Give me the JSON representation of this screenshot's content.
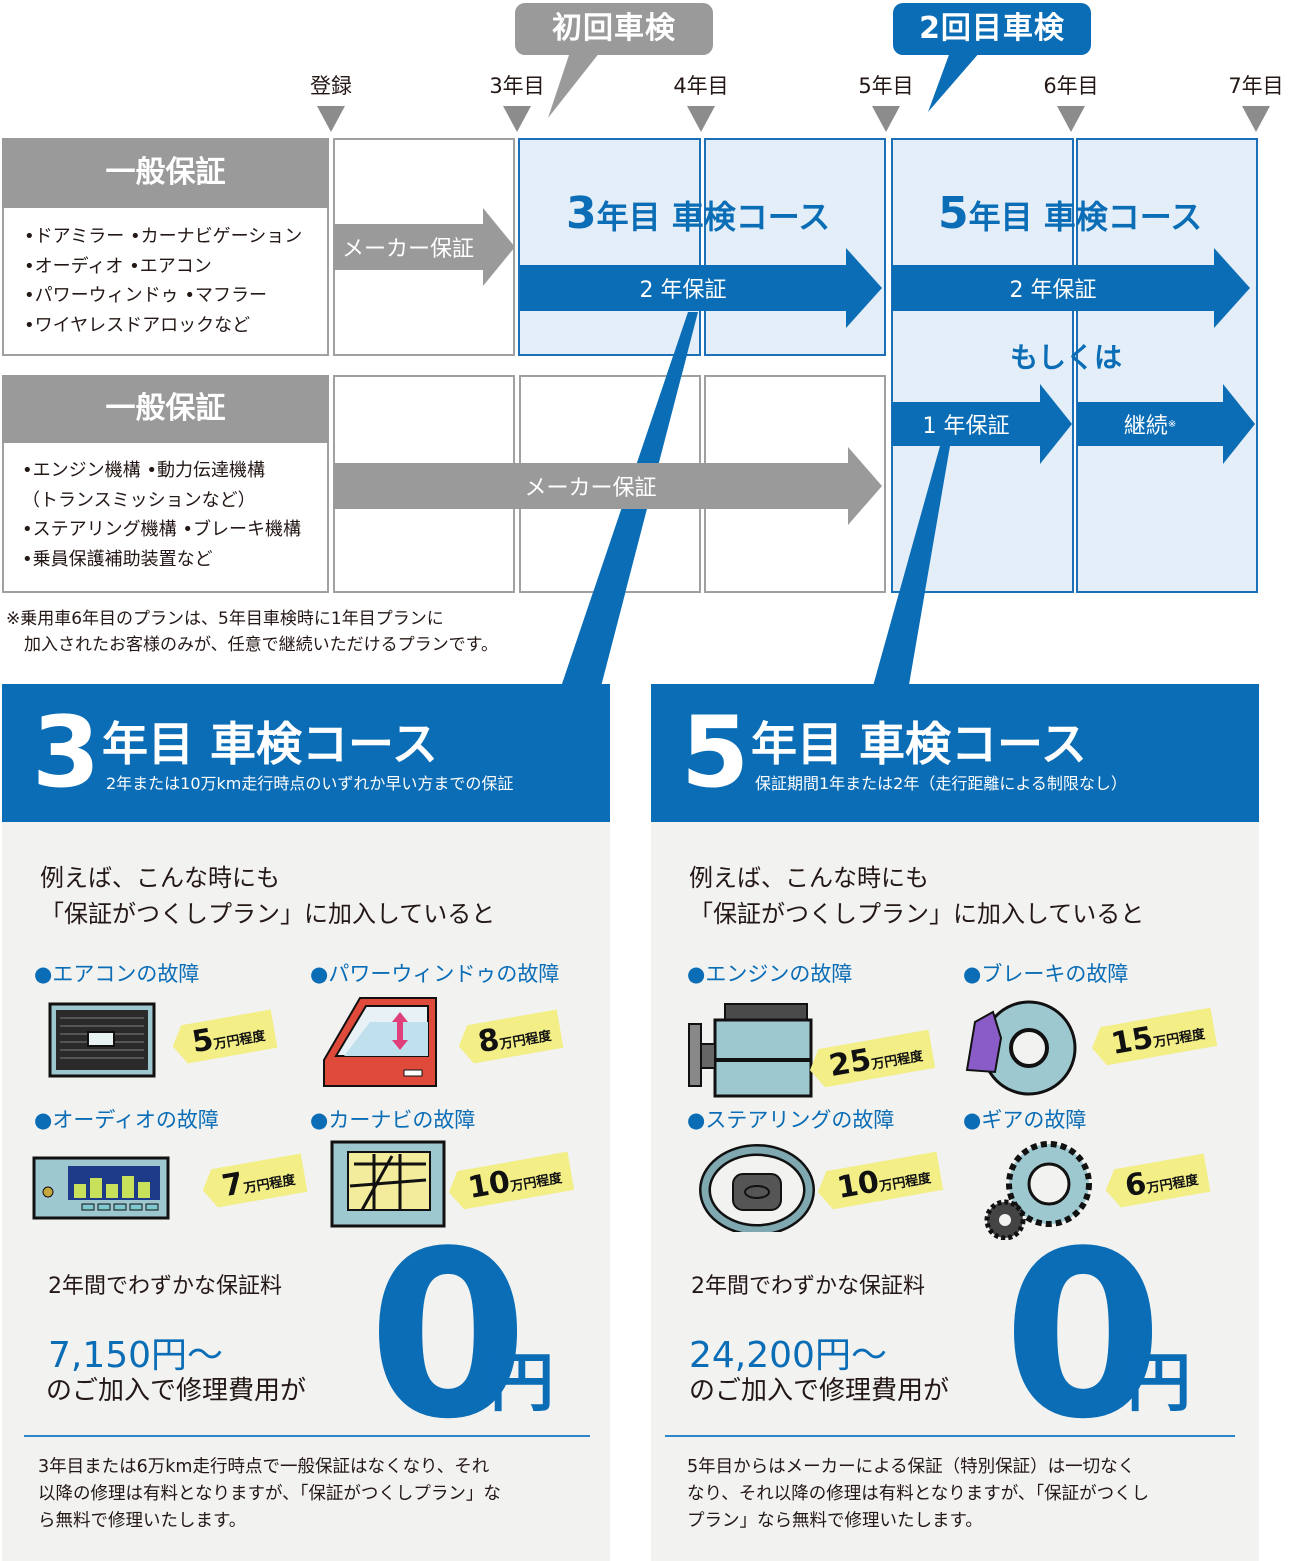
{
  "timeline": {
    "callouts": [
      {
        "label": "初回車検",
        "color": "#9a9a9a"
      },
      {
        "label": "2回目車検",
        "color": "#0a6db6"
      }
    ],
    "years": [
      "登録",
      "3年目",
      "4年目",
      "5年目",
      "6年目",
      "7年目"
    ]
  },
  "rows": [
    {
      "header": "一般保証",
      "items": [
        "•ドアミラー •カーナビゲーション",
        "•オーディオ •エアコン",
        "•パワーウィンドゥ •マフラー",
        "•ワイヤレスドアロックなど"
      ],
      "maker_arrow": "メーカー保証"
    },
    {
      "header": "一般保証",
      "items": [
        "•エンジン機構 •動力伝達機構",
        "（トランスミッションなど）",
        "•ステアリング機構 •ブレーキ機構",
        "•乗員保護補助装置など"
      ],
      "maker_arrow": "メーカー保証"
    }
  ],
  "courses": {
    "c3": {
      "num": "3",
      "title": "年目 車検コース",
      "arrow": "2 年保証"
    },
    "c5": {
      "num": "5",
      "title": "年目 車検コース",
      "arrow_2y": "2 年保証",
      "or": "もしくは",
      "arrow_1y": "1 年保証",
      "arrow_cont": "継続",
      "cont_mark": "※"
    }
  },
  "footnote": [
    "※乗用車6年目のプランは、5年目車検時に1年目プランに",
    "加入されたお客様のみが、任意で継続いただけるプランです。"
  ],
  "panels": [
    {
      "num": "3",
      "title": "年目 車検コース",
      "subtitle": "2年または10万km走行時点のいずれか早い方までの保証",
      "intro": [
        "例えば、こんな時にも",
        "「保証がつくしプラン」に加入していると"
      ],
      "items": [
        {
          "label": "●エアコンの故障",
          "amount": "5",
          "unit": "万円程度",
          "icon": "air-conditioner-icon"
        },
        {
          "label": "●パワーウィンドゥの故障",
          "amount": "8",
          "unit": "万円程度",
          "icon": "car-door-window-icon"
        },
        {
          "label": "●オーディオの故障",
          "amount": "7",
          "unit": "万円程度",
          "icon": "car-audio-icon"
        },
        {
          "label": "●カーナビの故障",
          "amount": "10",
          "unit": "万円程度",
          "icon": "car-navigation-icon"
        }
      ],
      "fee_line1": "2年間でわずかな保証料",
      "fee_price": "7,150円～",
      "fee_line3": "のご加入で修理費用が",
      "zero": "0",
      "yen": "円",
      "description": [
        "3年目または6万km走行時点で一般保証はなくなり、それ",
        "以降の修理は有料となりますが、「保証がつくしプラン」な",
        "ら無料で修理いたします。"
      ]
    },
    {
      "num": "5",
      "title": "年目 車検コース",
      "subtitle": "保証期間1年または2年（走行距離による制限なし）",
      "intro": [
        "例えば、こんな時にも",
        "「保証がつくしプラン」に加入していると"
      ],
      "items": [
        {
          "label": "●エンジンの故障",
          "amount": "25",
          "unit": "万円程度",
          "icon": "engine-icon"
        },
        {
          "label": "●ブレーキの故障",
          "amount": "15",
          "unit": "万円程度",
          "icon": "brake-disc-icon"
        },
        {
          "label": "●ステアリングの故障",
          "amount": "10",
          "unit": "万円程度",
          "icon": "steering-wheel-icon"
        },
        {
          "label": "●ギアの故障",
          "amount": "6",
          "unit": "万円程度",
          "icon": "gear-icon"
        }
      ],
      "fee_line1": "2年間でわずかな保証料",
      "fee_price": "24,200円～",
      "fee_line3": "のご加入で修理費用が",
      "zero": "0",
      "yen": "円",
      "description": [
        "5年目からはメーカーによる保証（特別保証）は一切なく",
        "なり、それ以降の修理は有料となりますが、「保証がつくし",
        "プラン」なら無料で修理いたします。"
      ]
    }
  ],
  "colors": {
    "blue": "#0a6db6",
    "gray": "#9a9a9a",
    "light_blue": "#e4eef8",
    "panel_bg": "#f2f2f0",
    "tag_yellow": "#f3ee86"
  }
}
